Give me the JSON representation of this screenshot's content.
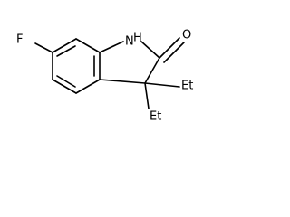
{
  "molecule": {
    "labels": {
      "fluorine": "F",
      "nitrogen": "N",
      "hydrogen": "H",
      "oxygen": "O",
      "ethyl_upper": "Et",
      "ethyl_lower": "Et"
    }
  },
  "colors": {
    "bond": "#000000",
    "text": "#000000",
    "background": "#ffffff"
  }
}
